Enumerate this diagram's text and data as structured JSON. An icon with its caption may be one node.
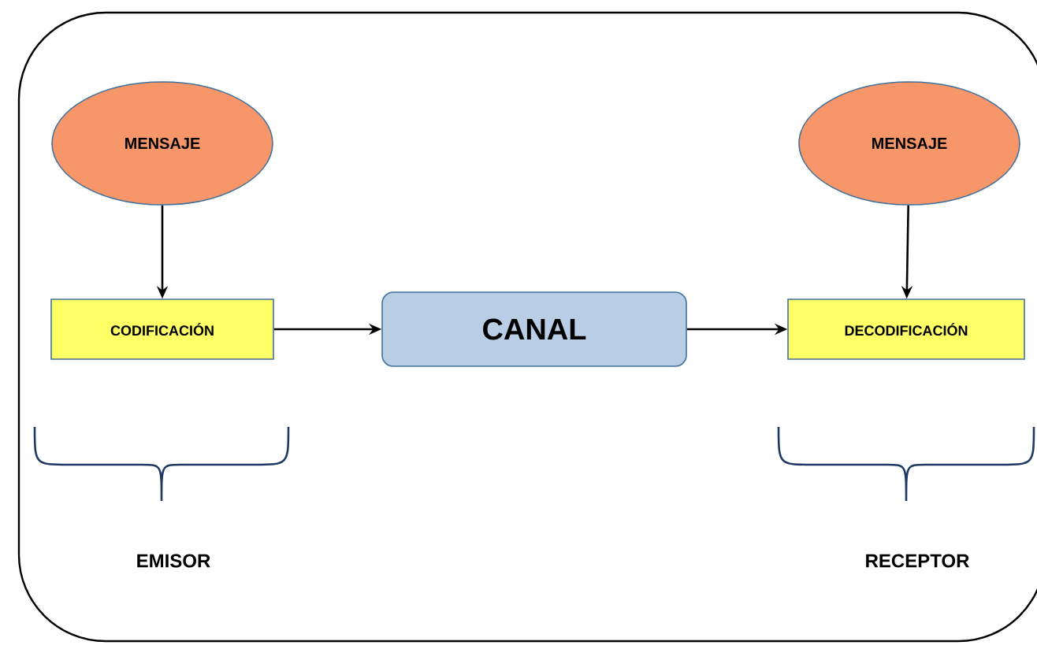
{
  "diagram": {
    "nodes": [
      {
        "text": [
          "MENSAJE"
        ]
      },
      {
        "text": [
          "CODIFICACIÓN"
        ]
      },
      {
        "text": [
          "CANAL"
        ]
      },
      {
        "text": [
          "MENSAJE"
        ]
      },
      {
        "text": [
          "DECODIFICACIÓN"
        ]
      }
    ],
    "edges": [
      {
        "from": 0,
        "to": 1,
        "arrow": "to"
      },
      {
        "from": 1,
        "to": 2,
        "arrow": "to"
      },
      {
        "from": 2,
        "to": 4,
        "arrow": "to"
      },
      {
        "from": 3,
        "to": 4,
        "arrow": "to"
      }
    ],
    "labels": [
      "EMISOR",
      "RECEPTOR"
    ]
  }
}
